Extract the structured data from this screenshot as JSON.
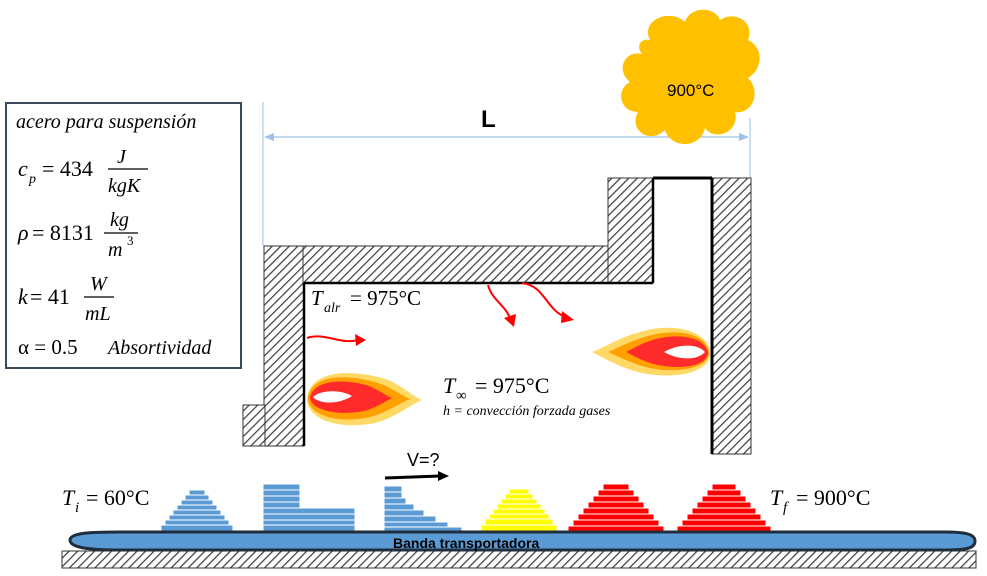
{
  "properties_box": {
    "title": "acero para suspensión",
    "cp_symbol": "c",
    "cp_sub": "p",
    "cp_value": "= 434",
    "cp_num": "J",
    "cp_den": "kgK",
    "rho_symbol": "ρ",
    "rho_value": "= 8131",
    "rho_num": "kg",
    "rho_den": "m",
    "rho_den_exp": "3",
    "k_symbol": "k",
    "k_value": "= 41",
    "k_num": "W",
    "k_den": "mL",
    "alpha_line": "α = 0.5",
    "alpha_label": "Absortividad"
  },
  "furnace": {
    "length_label": "L",
    "burner_temp": "900°C",
    "t_alr_symbol": "T",
    "t_alr_sub": "alr",
    "t_alr_value": "= 975°C",
    "t_inf_symbol": "T",
    "t_inf_sub": "∞",
    "t_inf_value": "= 975°C",
    "h_label": "h = convección forzada gases"
  },
  "conveyor": {
    "speed_label": "V=?",
    "ti_symbol": "T",
    "ti_sub": "i",
    "ti_value": "= 60°C",
    "tf_symbol": "T",
    "tf_sub": "f",
    "tf_value": "= 900°C",
    "belt_label": "Banda transportadora"
  },
  "colors": {
    "cold": "#5b9bd5",
    "warm": "#ffff00",
    "hot": "#ff0000",
    "burner": "#ffc000",
    "arrow": "#ff0000",
    "hatch": "#404040"
  }
}
